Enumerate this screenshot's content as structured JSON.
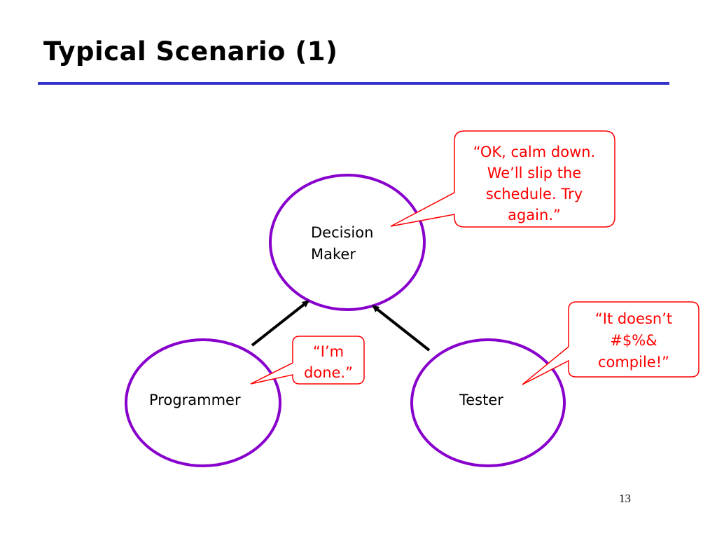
{
  "slide": {
    "title": "Typical Scenario (1)",
    "page_number": "13"
  },
  "nodes": {
    "decision_maker": {
      "line1": "Decision",
      "line2": "Maker"
    },
    "programmer": {
      "label": "Programmer"
    },
    "tester": {
      "label": "Tester"
    }
  },
  "callouts": {
    "decision_maker": {
      "line1": "“OK, calm down.",
      "line2": "We’ll slip the",
      "line3": "schedule. Try",
      "line4": "again.”"
    },
    "programmer": {
      "line1": "“I’m",
      "line2": "done.”"
    },
    "tester": {
      "line1": "“It doesn’t",
      "line2": "#$%&",
      "line3": "compile!”"
    }
  },
  "colors": {
    "node_stroke": "#8800cc",
    "callout": "#ff0000",
    "title_rule": "#3333cc",
    "arrow": "#000000"
  }
}
